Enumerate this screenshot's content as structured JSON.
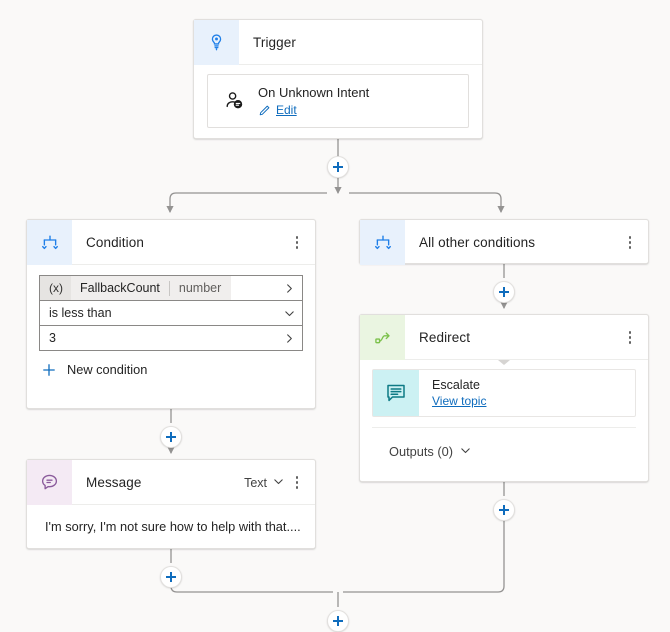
{
  "canvas": {
    "background": "#faf9f8",
    "accent": "#0f6cbd"
  },
  "nodes": {
    "trigger": {
      "title": "Trigger",
      "icon": "trigger-lightbulb-icon",
      "icon_tint": "#1f7fe8",
      "tile_color": "#e8f1fc",
      "intent": {
        "title": "On Unknown Intent",
        "icon": "user-speech-bubble-icon",
        "edit_label": "Edit",
        "edit_icon": "pencil-icon"
      }
    },
    "condition": {
      "title": "Condition",
      "icon": "branch-icon",
      "icon_tint": "#1f7fe8",
      "tile_color": "#e8f1fc",
      "menu_icon": "kebab-menu-icon",
      "variable": {
        "prefix": "(x)",
        "name": "FallbackCount",
        "type": "number",
        "chevron": "chevron-right-icon"
      },
      "operator": {
        "value": "is less than",
        "chevron": "chevron-down-icon"
      },
      "value": {
        "value": "3",
        "chevron": "chevron-right-icon"
      },
      "new_condition_label": "New condition",
      "new_condition_icon": "plus-icon"
    },
    "all_other_conditions": {
      "title": "All other conditions",
      "icon": "branch-icon",
      "icon_tint": "#1f7fe8",
      "tile_color": "#e8f1fc",
      "menu_icon": "kebab-menu-icon"
    },
    "redirect": {
      "title": "Redirect",
      "icon": "redirect-arrow-icon",
      "icon_tint": "#7cc14b",
      "tile_color": "#eaf5e1",
      "menu_icon": "kebab-menu-icon",
      "topic": {
        "name": "Escalate",
        "icon": "topic-speech-bubble-icon",
        "tile_color": "#ccf1f3",
        "link_label": "View topic"
      },
      "outputs": {
        "label": "Outputs (0)",
        "chevron": "chevron-down-icon"
      }
    },
    "message": {
      "title": "Message",
      "icon": "message-bubble-icon",
      "icon_tint": "#8a5a9b",
      "tile_color": "#f4eaf4",
      "type_label": "Text",
      "type_chevron": "chevron-down-icon",
      "menu_icon": "kebab-menu-icon",
      "body_text": "I'm sorry, I'm not sure how to help with that...."
    }
  },
  "add_buttons": [
    {
      "name": "add-node-after-trigger",
      "icon": "plus-icon"
    },
    {
      "name": "add-node-after-all-other-conditions",
      "icon": "plus-icon"
    },
    {
      "name": "add-node-after-condition",
      "icon": "plus-icon"
    },
    {
      "name": "add-node-after-redirect",
      "icon": "plus-icon"
    },
    {
      "name": "add-node-after-message",
      "icon": "plus-icon"
    },
    {
      "name": "add-node-after-merge",
      "icon": "plus-icon"
    }
  ]
}
